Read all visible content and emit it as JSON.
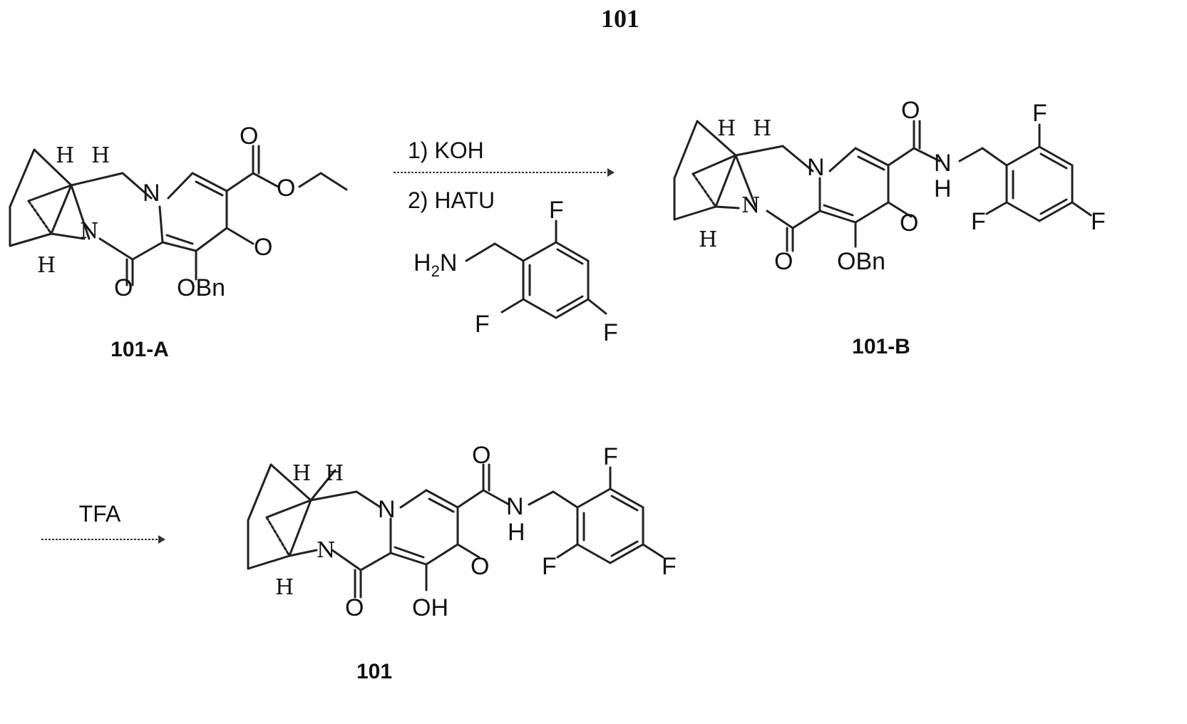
{
  "title": "101",
  "reaction_step_1": {
    "reagent_1": "1) KOH",
    "reagent_2": "2) HATU"
  },
  "reaction_step_2": {
    "reagent": "TFA"
  },
  "compounds": [
    {
      "label": "101-A",
      "substituent_label": "OBn"
    },
    {
      "label": "101-B",
      "substituent_label": "OBn"
    },
    {
      "label": "101",
      "substituent_label": "OH"
    }
  ],
  "atom_labels": {
    "H": "H",
    "N": "N",
    "O": "O",
    "F": "F",
    "H2N": "H2N",
    "NH_N": "N",
    "NH_H": "H"
  }
}
